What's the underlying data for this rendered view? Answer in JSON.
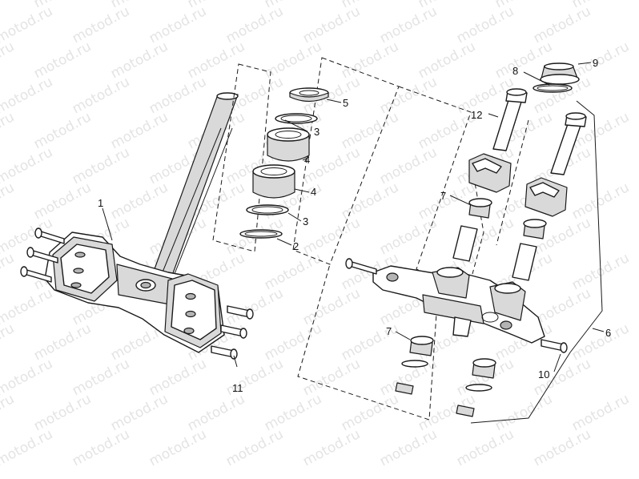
{
  "watermark": {
    "text": "motod.ru"
  },
  "callouts": [
    {
      "id": "c1",
      "text": "1"
    },
    {
      "id": "c2",
      "text": "2"
    },
    {
      "id": "c3a",
      "text": "3"
    },
    {
      "id": "c3b",
      "text": "3"
    },
    {
      "id": "c4a",
      "text": "4"
    },
    {
      "id": "c4b",
      "text": "4"
    },
    {
      "id": "c5",
      "text": "5"
    },
    {
      "id": "c6",
      "text": "6"
    },
    {
      "id": "c7a",
      "text": "7"
    },
    {
      "id": "c7b",
      "text": "7"
    },
    {
      "id": "c8",
      "text": "8"
    },
    {
      "id": "c9",
      "text": "9"
    },
    {
      "id": "c10",
      "text": "10"
    },
    {
      "id": "c11",
      "text": "11"
    },
    {
      "id": "c12",
      "text": "12"
    }
  ]
}
